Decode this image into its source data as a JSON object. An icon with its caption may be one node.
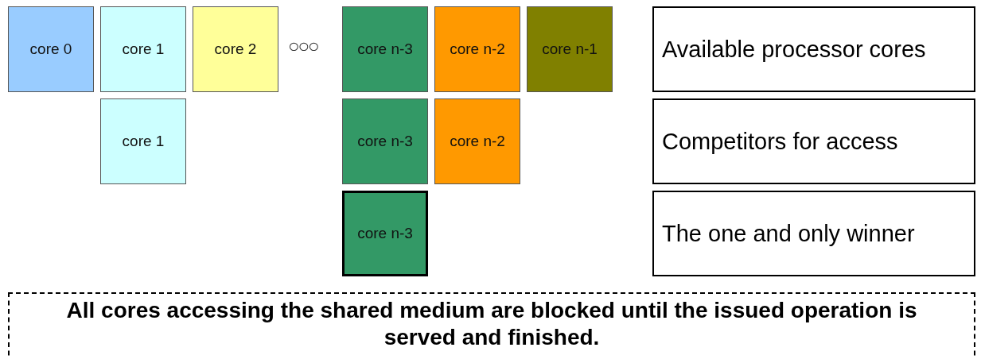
{
  "diagram": {
    "nodes": [
      {
        "text": [
          "core 0"
        ]
      },
      {
        "text": [
          "core 1"
        ]
      },
      {
        "text": [
          "core 2"
        ]
      },
      {
        "text": [
          "core n-3"
        ]
      },
      {
        "text": [
          "core n-2"
        ]
      },
      {
        "text": [
          "core n-1"
        ]
      },
      {
        "text": [
          "Available processor cores"
        ]
      },
      {
        "text": [
          "core 1"
        ]
      },
      {
        "text": [
          "core n-3"
        ]
      },
      {
        "text": [
          "core n-2"
        ]
      },
      {
        "text": [
          "Competitors for access"
        ]
      },
      {
        "text": [
          "core n-3"
        ]
      },
      {
        "text": [
          "The one and only winner"
        ]
      },
      {
        "text": [
          "All cores accessing the shared medium are blocked until the issued operation is served and finished."
        ]
      }
    ],
    "edges": [],
    "labels": [
      "○○○"
    ]
  }
}
